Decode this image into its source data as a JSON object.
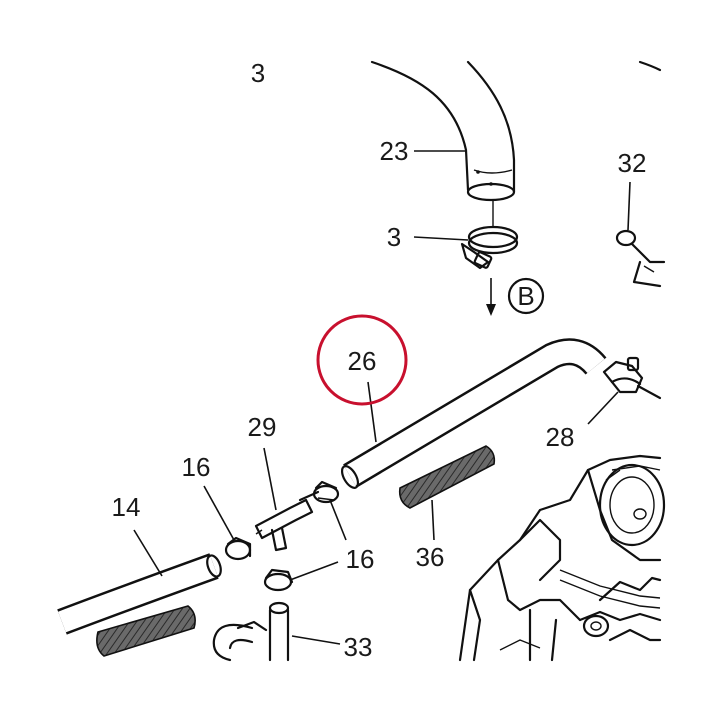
{
  "labels": {
    "part_3_top": "3",
    "part_23": "23",
    "part_3_clamp": "3",
    "part_32": "32",
    "section_b": "B",
    "part_26": "26",
    "part_29": "29",
    "part_28": "28",
    "part_16_left": "16",
    "part_14": "14",
    "part_36": "36",
    "part_16_right": "16",
    "part_33": "33"
  },
  "colors": {
    "line": "#111111",
    "highlight_circle": "#c8102e",
    "hatch_fill": "#555555",
    "background": "#ffffff"
  },
  "highlighted_part": "26"
}
